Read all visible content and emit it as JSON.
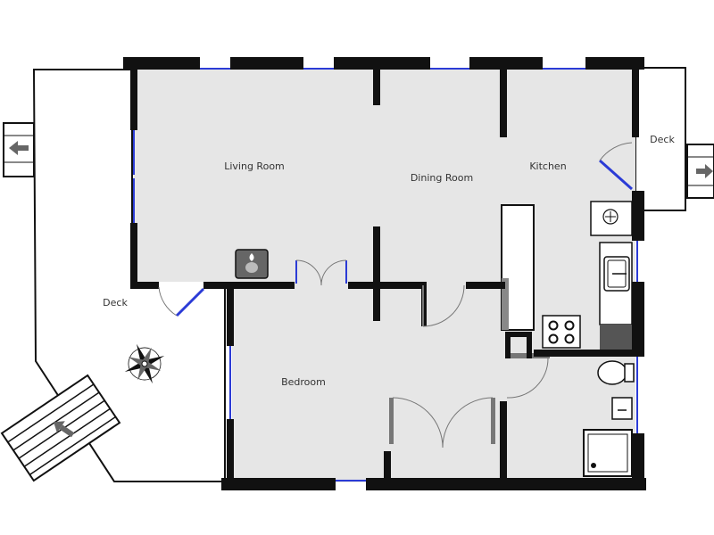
{
  "labels": {
    "living_room": "Living Room",
    "dining_room": "Dining Room",
    "kitchen": "Kitchen",
    "deck_right": "Deck",
    "deck_left": "Deck",
    "bedroom": "Bedroom"
  },
  "colors": {
    "wall": "#111111",
    "floor": "#e6e6e6",
    "window": "#2b3bd6",
    "deck_outline": "#111111",
    "fixture": "#ffffff",
    "arrow": "#666666",
    "counter_dark": "#555555"
  },
  "icons": {
    "compass": "compass-rose-icon",
    "stove": "stove-icon",
    "sink": "sink-icon",
    "toilet": "toilet-icon",
    "shower": "shower-icon",
    "fireplace": "fireplace-icon",
    "water_heater": "water-heater-icon",
    "exit_arrow": "exit-arrow-icon"
  }
}
